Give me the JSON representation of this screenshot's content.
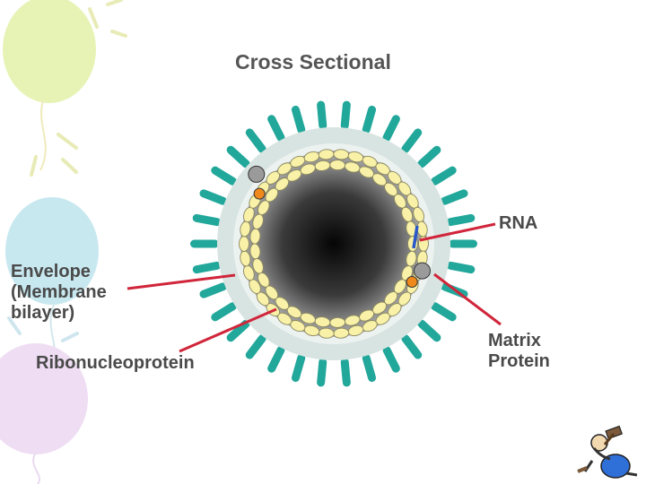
{
  "title": "Cross Sectional",
  "labels": {
    "envelope": [
      "Envelope",
      "(Membrane",
      "bilayer)"
    ],
    "rna": "RNA",
    "ribonucleoprotein": "Ribonucleoprotein",
    "matrix_protein": [
      "Matrix",
      "Protein"
    ]
  },
  "colors": {
    "spike": "#22a79b",
    "membrane": "#d8e4e1",
    "rnp_bead": "#f8f1a7",
    "bead_outline": "#8a8660",
    "matrix_protein": "#9a9a9a",
    "orange_marker": "#f0891c",
    "rna_strand": "#2a58c8",
    "pointer_line": "#d0253a",
    "balloons": [
      "#e2f2a9",
      "#bfe4ee",
      "#ecd8f2"
    ]
  },
  "decorations": {
    "background": "pastel-balloons",
    "corner_clipart": "cartoon-figure-with-hammer-icon"
  }
}
